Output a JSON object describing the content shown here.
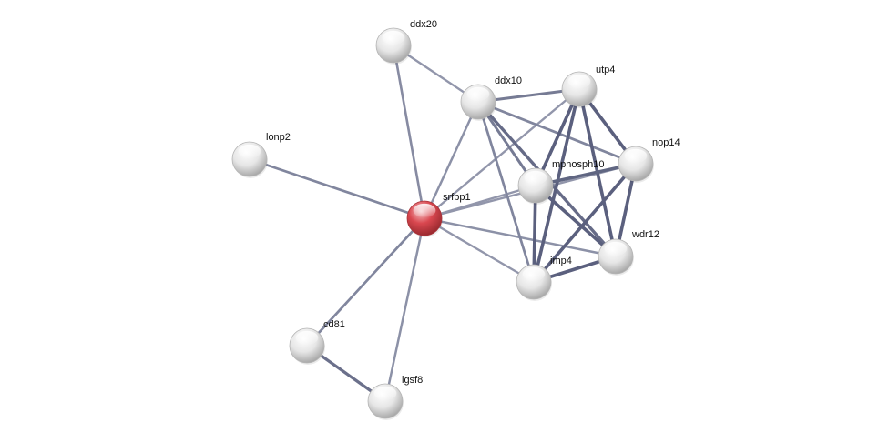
{
  "network": {
    "nodes": [
      {
        "id": "srfbp1",
        "label": "srfbp1",
        "query": true
      },
      {
        "id": "ddx20",
        "label": "ddx20",
        "query": false
      },
      {
        "id": "ddx10",
        "label": "ddx10",
        "query": false
      },
      {
        "id": "utp4",
        "label": "utp4",
        "query": false
      },
      {
        "id": "nop14",
        "label": "nop14",
        "query": false
      },
      {
        "id": "mphosph10",
        "label": "mphosph10",
        "query": false
      },
      {
        "id": "wdr12",
        "label": "wdr12",
        "query": false
      },
      {
        "id": "imp4",
        "label": "imp4",
        "query": false
      },
      {
        "id": "lonp2",
        "label": "lonp2",
        "query": false
      },
      {
        "id": "cd81",
        "label": "cd81",
        "query": false
      },
      {
        "id": "igsf8",
        "label": "igsf8",
        "query": false
      }
    ],
    "edges": [
      {
        "source": "srfbp1",
        "target": "ddx20",
        "strength": 0.45
      },
      {
        "source": "srfbp1",
        "target": "lonp2",
        "strength": 0.5
      },
      {
        "source": "srfbp1",
        "target": "cd81",
        "strength": 0.5
      },
      {
        "source": "srfbp1",
        "target": "igsf8",
        "strength": 0.4
      },
      {
        "source": "srfbp1",
        "target": "ddx10",
        "strength": 0.4
      },
      {
        "source": "srfbp1",
        "target": "utp4",
        "strength": 0.35
      },
      {
        "source": "srfbp1",
        "target": "mphosph10",
        "strength": 0.35
      },
      {
        "source": "srfbp1",
        "target": "nop14",
        "strength": 0.35
      },
      {
        "source": "srfbp1",
        "target": "wdr12",
        "strength": 0.4
      },
      {
        "source": "srfbp1",
        "target": "imp4",
        "strength": 0.35
      },
      {
        "source": "ddx20",
        "target": "ddx10",
        "strength": 0.35
      },
      {
        "source": "cd81",
        "target": "igsf8",
        "strength": 0.7
      },
      {
        "source": "ddx10",
        "target": "utp4",
        "strength": 0.6
      },
      {
        "source": "ddx10",
        "target": "nop14",
        "strength": 0.5
      },
      {
        "source": "ddx10",
        "target": "mphosph10",
        "strength": 0.6
      },
      {
        "source": "ddx10",
        "target": "wdr12",
        "strength": 0.75
      },
      {
        "source": "ddx10",
        "target": "imp4",
        "strength": 0.5
      },
      {
        "source": "utp4",
        "target": "nop14",
        "strength": 0.85
      },
      {
        "source": "utp4",
        "target": "mphosph10",
        "strength": 0.85
      },
      {
        "source": "utp4",
        "target": "wdr12",
        "strength": 0.85
      },
      {
        "source": "utp4",
        "target": "imp4",
        "strength": 0.85
      },
      {
        "source": "nop14",
        "target": "mphosph10",
        "strength": 0.8
      },
      {
        "source": "nop14",
        "target": "wdr12",
        "strength": 0.85
      },
      {
        "source": "nop14",
        "target": "imp4",
        "strength": 0.85
      },
      {
        "source": "mphosph10",
        "target": "wdr12",
        "strength": 0.85
      },
      {
        "source": "mphosph10",
        "target": "imp4",
        "strength": 0.85
      },
      {
        "source": "wdr12",
        "target": "imp4",
        "strength": 0.85
      }
    ]
  },
  "colors": {
    "query_node": "#d9474f",
    "node": "#e8e8e8",
    "edge_strong": "#4a5070",
    "edge_weak": "#b8bccb",
    "label": "#111111"
  }
}
